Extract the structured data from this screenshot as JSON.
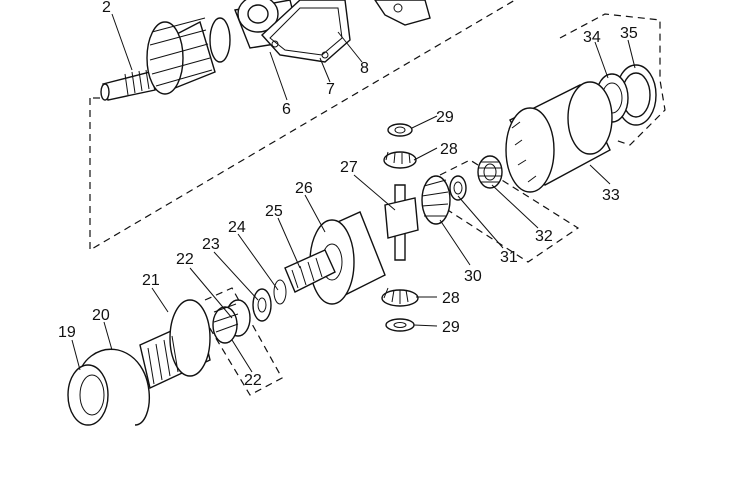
{
  "callouts": [
    {
      "id": "c2",
      "text": "2"
    },
    {
      "id": "c6",
      "text": "6"
    },
    {
      "id": "c7",
      "text": "7"
    },
    {
      "id": "c8",
      "text": "8"
    },
    {
      "id": "c19",
      "text": "19"
    },
    {
      "id": "c20",
      "text": "20"
    },
    {
      "id": "c21",
      "text": "21"
    },
    {
      "id": "c22a",
      "text": "22"
    },
    {
      "id": "c22b",
      "text": "22"
    },
    {
      "id": "c23",
      "text": "23"
    },
    {
      "id": "c24",
      "text": "24"
    },
    {
      "id": "c25",
      "text": "25"
    },
    {
      "id": "c26",
      "text": "26"
    },
    {
      "id": "c27",
      "text": "27"
    },
    {
      "id": "c28a",
      "text": "28"
    },
    {
      "id": "c28b",
      "text": "28"
    },
    {
      "id": "c29a",
      "text": "29"
    },
    {
      "id": "c29b",
      "text": "29"
    },
    {
      "id": "c30",
      "text": "30"
    },
    {
      "id": "c31",
      "text": "31"
    },
    {
      "id": "c32",
      "text": "32"
    },
    {
      "id": "c33",
      "text": "33"
    },
    {
      "id": "c34",
      "text": "34"
    },
    {
      "id": "c35",
      "text": "35"
    }
  ]
}
